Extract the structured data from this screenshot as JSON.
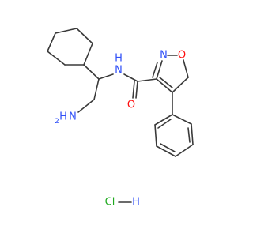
{
  "molecule": {
    "labels": {
      "amine_h": "H",
      "amine_n": "N",
      "amine_h2": "2",
      "amide_h": "H",
      "amide_n": "N",
      "ring_n": "N",
      "ring_o": "O",
      "carbonyl_o": "O",
      "salt_cl": "Cl",
      "salt_h": "H"
    },
    "colors": {
      "bond": "#3a3a3a",
      "nitrogen": "#3050f8",
      "oxygen": "#ff0d0d",
      "chlorine": "#1faa1f",
      "hydrogen": "#3050f8"
    }
  }
}
